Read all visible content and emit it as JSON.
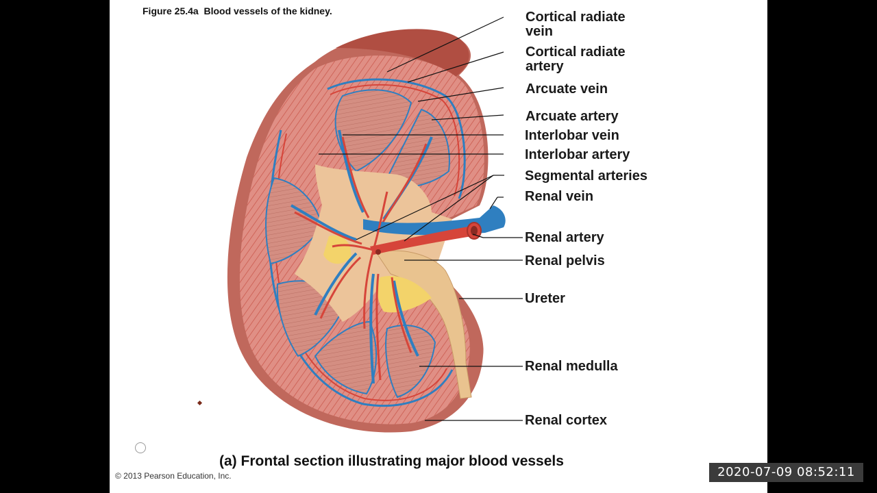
{
  "figure": {
    "title": "Figure 25.4a  Blood vessels of the kidney.",
    "caption": "(a) Frontal section illustrating major blood vessels",
    "copyright": "© 2013 Pearson Education, Inc."
  },
  "labels": {
    "cortical_radiate_vein_line1": "Cortical radiate",
    "cortical_radiate_vein_line2": "vein",
    "cortical_radiate_artery_line1": "Cortical radiate",
    "cortical_radiate_artery_line2": "artery",
    "arcuate_vein": "Arcuate vein",
    "arcuate_artery": "Arcuate artery",
    "interlobar_vein": "Interlobar vein",
    "interlobar_artery": "Interlobar artery",
    "segmental_arteries": "Segmental arteries",
    "renal_vein": "Renal vein",
    "renal_artery": "Renal artery",
    "renal_pelvis": "Renal pelvis",
    "ureter": "Ureter",
    "renal_medulla": "Renal medulla",
    "renal_cortex": "Renal cortex"
  },
  "overlay": {
    "timestamp": "2020-07-09  08:52:11"
  },
  "colors": {
    "cortex": "#d9837a",
    "capsule": "#b8574a",
    "medulla": "#cf8a7e",
    "pelvis": "#f0d2a4",
    "fat": "#f3d36a",
    "artery": "#d6453a",
    "vein": "#2f7fc0"
  }
}
